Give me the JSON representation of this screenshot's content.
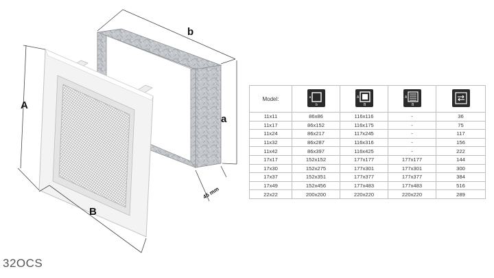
{
  "product_code": "32OCS",
  "dimensions": {
    "A": "A",
    "B": "B",
    "a": "a",
    "b": "b",
    "depth": "45 mm"
  },
  "icons": {
    "col1": {
      "name": "outer-frame-icon",
      "letters": [
        "a",
        "b"
      ]
    },
    "col2": {
      "name": "frame-with-opening-icon",
      "letters": [
        "A",
        "B"
      ]
    },
    "col3": {
      "name": "louvered-grille-icon",
      "letters": [
        "A",
        "B"
      ]
    },
    "col4": {
      "name": "airflow-arrows-icon",
      "letters": []
    }
  },
  "table": {
    "header_label": "Model:",
    "rows": [
      [
        "11x11",
        "86x86",
        "116x116",
        "-",
        "36"
      ],
      [
        "11x17",
        "86x152",
        "116x175",
        "-",
        "75"
      ],
      [
        "11x24",
        "86x217",
        "117x245",
        "-",
        "117"
      ],
      [
        "11x32",
        "86x287",
        "116x316",
        "-",
        "156"
      ],
      [
        "11x42",
        "86x397",
        "116x425",
        "-",
        "222"
      ],
      [
        "17x17",
        "152x152",
        "177x177",
        "177x177",
        "144"
      ],
      [
        "17x30",
        "152x275",
        "177x301",
        "177x301",
        "300"
      ],
      [
        "17x37",
        "152x351",
        "177x377",
        "177x377",
        "384"
      ],
      [
        "17x49",
        "152x456",
        "177x483",
        "177x483",
        "516"
      ],
      [
        "22x22",
        "200x200",
        "220x220",
        "220x220",
        "289"
      ]
    ]
  },
  "colors": {
    "frame": "#f2f2f2",
    "frame_edge": "#c9c9c9",
    "galvanized": "#b9bcc0",
    "mesh": "#9a9a9a",
    "icon_bg": "#2a2a2a",
    "dim_line": "#444444"
  }
}
